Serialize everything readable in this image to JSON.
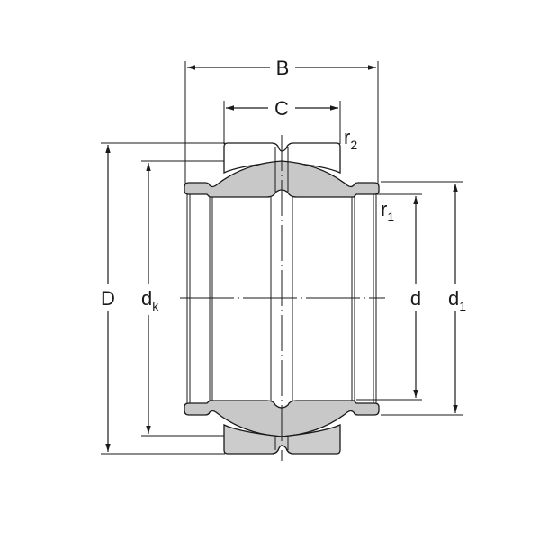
{
  "drawing": {
    "title": "Spherical plain bearing cross-section",
    "colors": {
      "background": "#ffffff",
      "line": "#1a1a1a",
      "fill_section": "#c8c8c8",
      "fill_outer_top": "#ffffff",
      "fill_outer_bottom": "#cccccc"
    },
    "dimensions": {
      "B": "B",
      "C": "C",
      "D": "D",
      "dk_main": "d",
      "dk_sub": "k",
      "d": "d",
      "d1_main": "d",
      "d1_sub": "1",
      "r1_main": "r",
      "r1_sub": "1",
      "r2_main": "r",
      "r2_sub": "2"
    }
  }
}
